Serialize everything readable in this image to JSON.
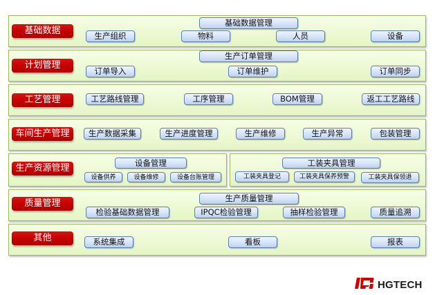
{
  "rows": [
    {
      "category": "基础数据",
      "header": "基础数据管理",
      "items": [
        "生产组织",
        "物料",
        "人员",
        "设备"
      ]
    },
    {
      "category": "计划管理",
      "header": "生产订单管理",
      "items": [
        "订单导入",
        "订单维护",
        "订单同步"
      ]
    },
    {
      "category": "工艺管理",
      "items": [
        "工艺路线管理",
        "工序管理",
        "BOM管理",
        "返工工艺路线"
      ]
    },
    {
      "category": "车间生产管理",
      "items": [
        "生产数据采集",
        "生产进度管理",
        "生产维修",
        "生产异常",
        "包装管理"
      ]
    },
    {
      "category": "生产资源管理",
      "groups": [
        {
          "header": "设备管理",
          "items": [
            "设备供养",
            "设备维修",
            "设备台账管理"
          ]
        },
        {
          "header": "工装夹具管理",
          "items": [
            "工装夹具登记",
            "工装夹具保养预警",
            "工装夹具保领退"
          ]
        }
      ]
    },
    {
      "category": "质量管理",
      "header": "生产质量管理",
      "items": [
        "检验基础数据管理",
        "IPQC检验管理",
        "抽样检验管理",
        "质量追溯"
      ]
    },
    {
      "category": "其他",
      "items": [
        "系统集成",
        "看板",
        "报表"
      ]
    }
  ],
  "logo": {
    "text": "HGTECH",
    "icon": "hgtech-logo-icon"
  },
  "colors": {
    "category_red": "#c40000",
    "panel_green": "#ecf9d2",
    "panel_border": "#9cba5f",
    "button_blue": "#d6e4f8",
    "button_border": "#5d7fb8"
  }
}
